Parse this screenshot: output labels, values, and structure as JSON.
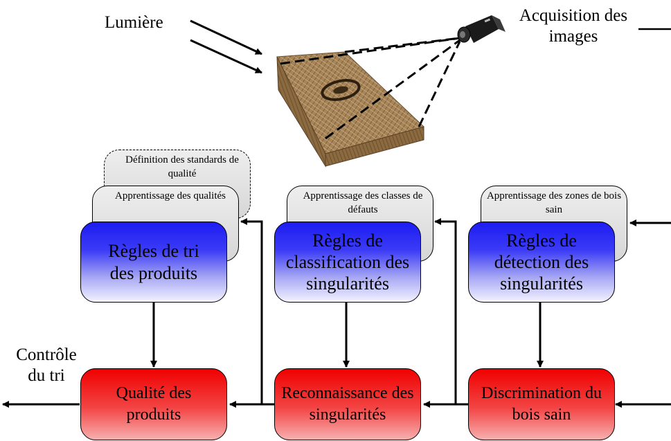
{
  "labels": {
    "light": "Lumière",
    "acquisition": "Acquisition des images",
    "control": "Contrôle du tri"
  },
  "gray_boxes": {
    "quality_standards": "Définition des standards de qualité",
    "quality_learning": "Apprentissage des qualités",
    "defect_class_learning": "Apprentissage des classes de défauts",
    "sound_wood_learning": "Apprentissage des zones de bois sain"
  },
  "rule_boxes": {
    "sorting": "Règles de tri des produits",
    "classification": "Règles de classification des singularités",
    "detection": "Règles de détection des singularités"
  },
  "process_boxes": {
    "quality": "Qualité des produits",
    "recognition": "Reconnaissance des singularités",
    "discrimination": "Discrimination du bois sain"
  },
  "colors": {
    "rule_box": "#1c1cf2",
    "process_box": "#f00000",
    "learning_box": "#d9d9d9",
    "wood": "#a07a4c"
  }
}
